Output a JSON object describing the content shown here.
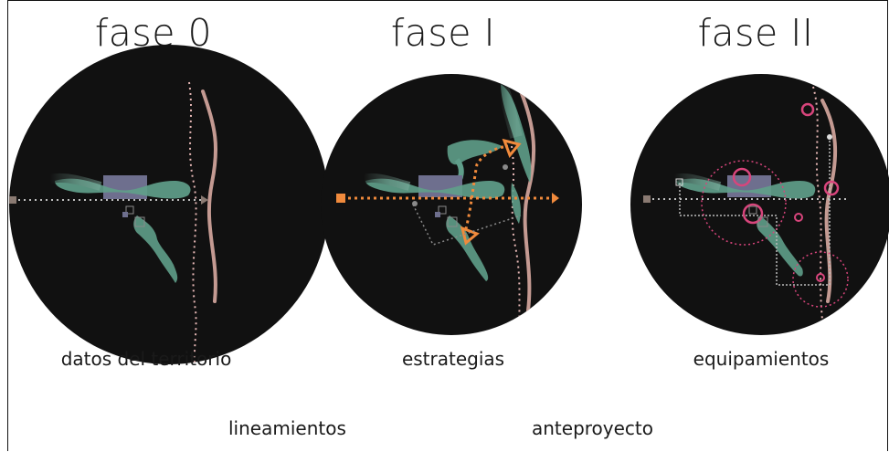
{
  "phases": [
    {
      "title": "fase 0",
      "caption": "datos del territorio"
    },
    {
      "title": "fase I",
      "caption": "estrategias"
    },
    {
      "title": "fase II",
      "caption": "equipamientos"
    }
  ],
  "bottom_labels": {
    "left": "lineamientos",
    "right": "anteproyecto"
  },
  "colors": {
    "disc": "#111111",
    "ribbon": "#5f9e8a",
    "river": "#c49a92",
    "axis_dotted": "#c0c0c0",
    "building": "#6e6f8e",
    "strategy": "#f08a3c",
    "equipment": "#d8457c"
  }
}
